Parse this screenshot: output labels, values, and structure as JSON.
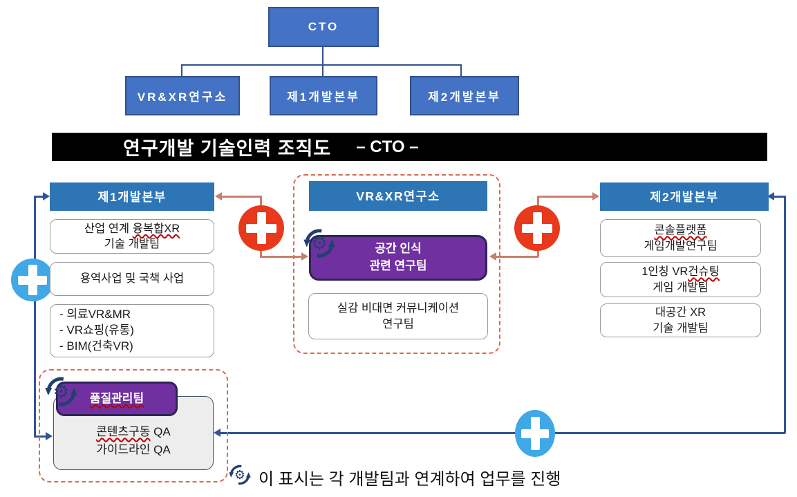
{
  "top_chart": {
    "root": {
      "label": "CTO"
    },
    "children": [
      {
        "label": "VR&XR연구소"
      },
      {
        "label": "제1개발본부"
      },
      {
        "label": "제2개발본부"
      }
    ]
  },
  "banner": {
    "title": "연구개발 기술인력 조직도",
    "subtitle": "– CTO –"
  },
  "left_column": {
    "header": "제1개발본부",
    "box1": {
      "line1_pre": "산업 연계 ",
      "line1_wavy": "융복합XR",
      "line2": "기술 개발팀"
    },
    "box2": {
      "line1": "용역사업 및 국책 사업"
    },
    "box3": {
      "items": [
        "- 의료VR&MR",
        "- VR쇼핑(유통)",
        "- BIM(건축VR)"
      ]
    }
  },
  "center_column": {
    "header": "VR&XR연구소",
    "team_box": {
      "line1": "공간 인식",
      "line2": "관련 연구팀"
    },
    "box2": {
      "line1": "실감 비대면 커뮤니케이션",
      "line2": "연구팀"
    }
  },
  "right_column": {
    "header": "제2개발본부",
    "box1": {
      "line1_wavy": "콘솔플랫폼",
      "line2": "게임개발연구팀"
    },
    "box2": {
      "line1_pre": "1인칭 VR",
      "line1_wavy": "건슈팅",
      "line2": "게임 개발팀"
    },
    "box3": {
      "line1": "대공간 XR",
      "line2": "기술 개발팀"
    }
  },
  "qa_section": {
    "team_label": "품질관리팀",
    "box": {
      "line1_wavy": "콘텐츠구동",
      "line1_post": " QA",
      "line2": "가이드라인 QA"
    }
  },
  "legend": {
    "note": "이 표시는 각 개발팀과 연계하여 업무를 진행"
  },
  "icons": {
    "sync_gear": "sync-gear-icon",
    "plus_red": "plus-icon-red",
    "plus_blue": "plus-icon-blue"
  },
  "colors": {
    "top_box_blue": "#4472C4",
    "header_blue": "#2E75B6",
    "purple": "#7030A0",
    "purple_border": "#2E2457",
    "red_plus": "#E8391D",
    "blue_plus": "#41A8E8",
    "dashed_border": "#DD6A52",
    "connector_blue": "#2F5597",
    "connector_salmon": "#C97F6D",
    "banner_bg": "#000000",
    "gray_box": "#EDEDED",
    "spellcheck_red": "#C00000"
  }
}
